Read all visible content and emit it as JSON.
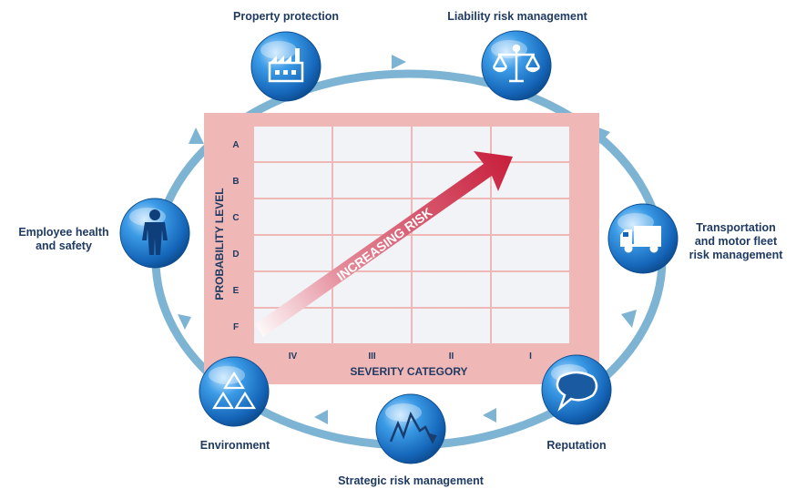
{
  "matrix": {
    "probability_axis_title": "PROBABILITY LEVEL",
    "severity_axis_title": "SEVERITY CATEGORY",
    "probability_levels": [
      "A",
      "B",
      "C",
      "D",
      "E",
      "F"
    ],
    "severity_categories": [
      "IV",
      "III",
      "II",
      "I"
    ],
    "arrow_label": "INCREASING RISK"
  },
  "cycle": {
    "nodes": [
      {
        "id": "property",
        "icon": "factory-icon",
        "lines": [
          "Property protection"
        ]
      },
      {
        "id": "liability",
        "icon": "scales-icon",
        "lines": [
          "Liability risk management"
        ]
      },
      {
        "id": "transport",
        "icon": "truck-icon",
        "lines": [
          "Transportation",
          "and motor fleet",
          "risk management"
        ]
      },
      {
        "id": "reputation",
        "icon": "speech-bubble-icon",
        "lines": [
          "Reputation"
        ]
      },
      {
        "id": "strategic",
        "icon": "line-graph-icon",
        "lines": [
          "Strategic risk management"
        ]
      },
      {
        "id": "environment",
        "icon": "recycle-icon",
        "lines": [
          "Environment"
        ]
      },
      {
        "id": "employee",
        "icon": "person-icon",
        "lines": [
          "Employee health",
          "and safety"
        ]
      }
    ]
  },
  "colors": {
    "ring": "#7db3d3",
    "matrix_bg": "#f0b7b7",
    "grid_cell": "#f2f3f6",
    "risk_arrow": "#c8203d",
    "label_text": "#1f3a63",
    "bubble": "#1f78c8"
  }
}
